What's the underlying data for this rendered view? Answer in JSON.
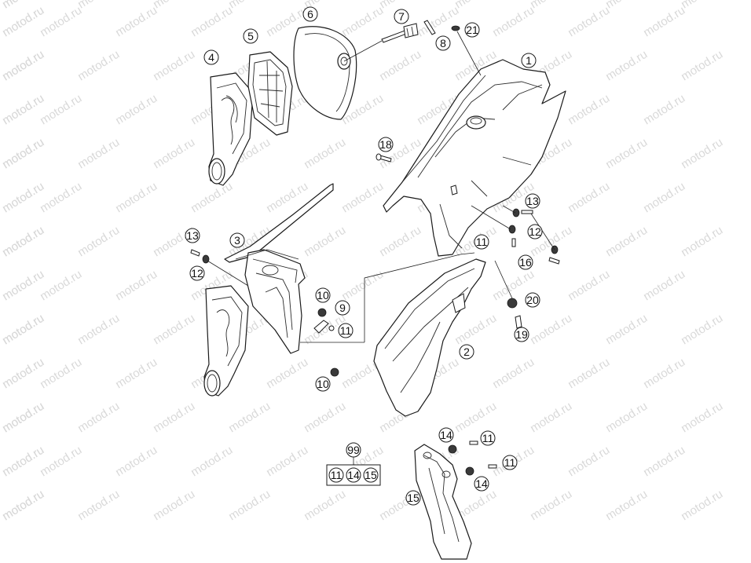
{
  "watermark": "motod.ru",
  "callouts": {
    "p1": "1",
    "p2": "2",
    "p3": "3",
    "p4": "4",
    "p5": "5",
    "p6": "6",
    "p7": "7",
    "p8": "8",
    "p9": "9",
    "p10a": "10",
    "p10b": "10",
    "p11a": "11",
    "p11b": "11",
    "p11c": "11",
    "p11d": "11",
    "p12a": "12",
    "p12b": "12",
    "p13a": "13",
    "p13b": "13",
    "p14a": "14",
    "p14b": "14",
    "p15": "15",
    "p16": "16",
    "p18": "18",
    "p19": "19",
    "p20": "20",
    "p21": "21"
  },
  "kit": {
    "label": "99",
    "items": [
      "11",
      "14",
      "15"
    ]
  }
}
